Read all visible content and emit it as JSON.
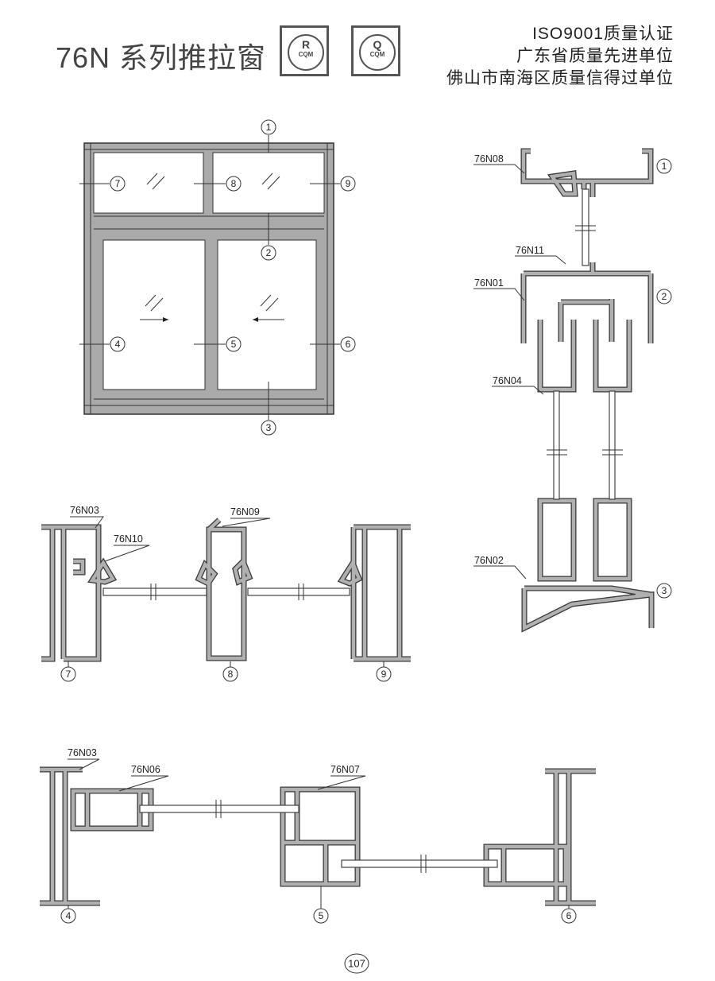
{
  "header": {
    "title": "76N 系列推拉窗",
    "logos": [
      {
        "mark": "R",
        "text": "CQM"
      },
      {
        "mark": "Q",
        "text": "CQM"
      }
    ],
    "certifications": [
      "ISO9001质量认证",
      "广东省质量先进单位",
      "佛山市南海区质量信得过单位"
    ]
  },
  "elevation": {
    "callouts": [
      "1",
      "2",
      "3",
      "4",
      "5",
      "6",
      "7",
      "8",
      "9"
    ]
  },
  "vertical_section": {
    "profiles": [
      "76N08",
      "76N11",
      "76N01",
      "76N04",
      "76N02"
    ],
    "callouts": [
      "1",
      "2",
      "3"
    ]
  },
  "transom_section": {
    "profiles": [
      "76N03",
      "76N10",
      "76N09"
    ],
    "callouts": [
      "7",
      "8",
      "9"
    ]
  },
  "sash_section": {
    "profiles": [
      "76N03",
      "76N06",
      "76N07"
    ],
    "callouts": [
      "4",
      "5",
      "6"
    ]
  },
  "page_number": "107"
}
